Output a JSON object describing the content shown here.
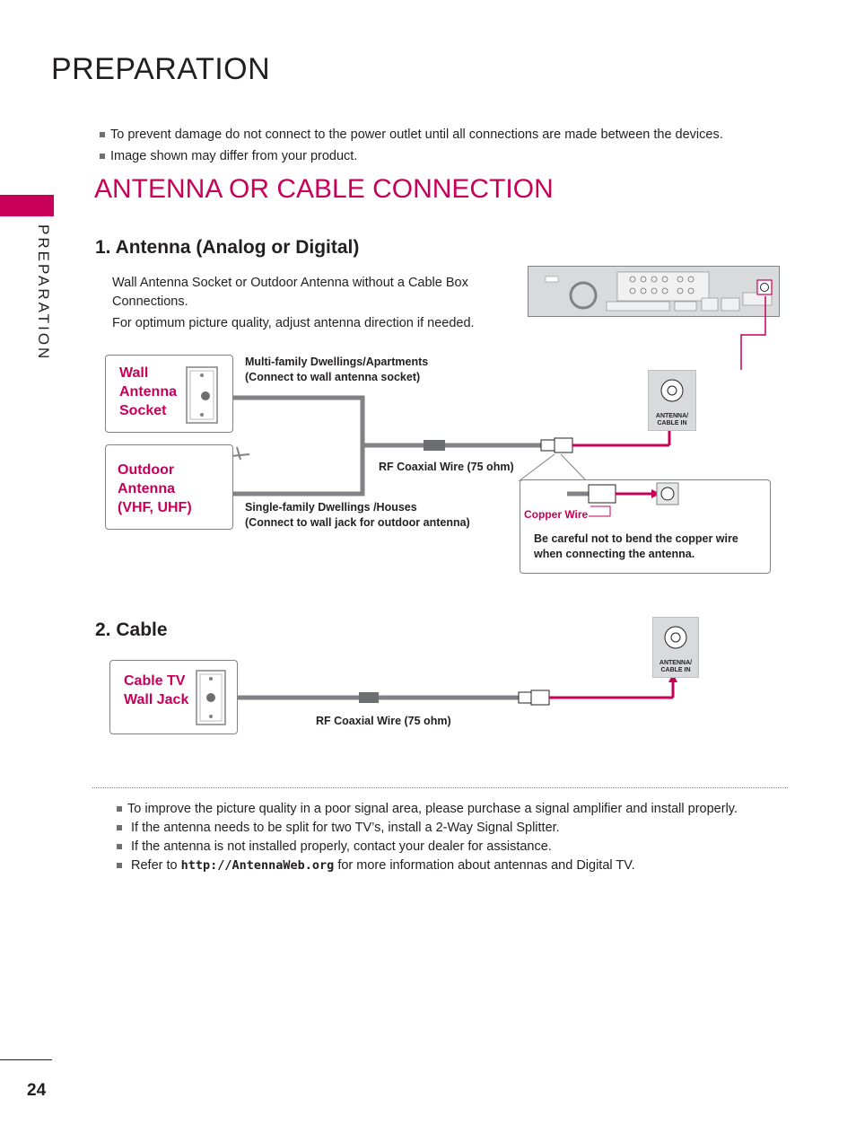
{
  "header": {
    "title": "PREPARATION"
  },
  "side_tab": {
    "label": "PREPARATION"
  },
  "bullets": [
    "To prevent damage do not connect to the power outlet until all connections are made between the devices.",
    "Image shown may differ from your product."
  ],
  "section": {
    "title": "ANTENNA OR CABLE CONNECTION"
  },
  "antenna": {
    "heading": "1. Antenna (Analog or Digital)",
    "desc1": "Wall Antenna Socket or Outdoor Antenna without a Cable Box Connections.",
    "desc2": "For optimum picture quality, adjust antenna direction if needed.",
    "wall_label": [
      "Wall",
      "Antenna",
      "Socket"
    ],
    "outdoor_label": [
      "Outdoor",
      "Antenna",
      "(VHF, UHF)"
    ],
    "multi_line1": "Multi-family Dwellings/Apartments",
    "multi_line2": "(Connect to wall antenna socket)",
    "single_line1": "Single-family Dwellings /Houses",
    "single_line2": "(Connect to wall jack for outdoor antenna)",
    "rf_wire": "RF Coaxial Wire (75 ohm)",
    "jack_label1": "ANTENNA/",
    "jack_label2": "CABLE IN",
    "copper_wire": "Copper Wire",
    "caution1": "Be careful not to bend the copper wire",
    "caution2": "when connecting the antenna."
  },
  "cable": {
    "heading": "2. Cable",
    "wall_jack_label": [
      "Cable TV",
      "Wall Jack"
    ],
    "rf_wire": "RF Coaxial Wire (75 ohm)",
    "jack_label1": "ANTENNA/",
    "jack_label2": "CABLE IN"
  },
  "tips": [
    {
      "text": "To improve the picture quality in a poor signal area, please purchase a signal amplifier and install properly."
    },
    {
      "text": "If the antenna needs to be split for two TV’s, install a 2-Way Signal Splitter."
    },
    {
      "text": "If the antenna is not installed properly, contact your dealer for assistance."
    },
    {
      "prefix": "Refer to ",
      "link": "http://AntennaWeb.org",
      "suffix": " for more information about antennas and Digital TV."
    }
  ],
  "footer": {
    "page_number": "24"
  },
  "colors": {
    "accent": "#c8005a",
    "text": "#231f20",
    "gray": "#808285"
  }
}
